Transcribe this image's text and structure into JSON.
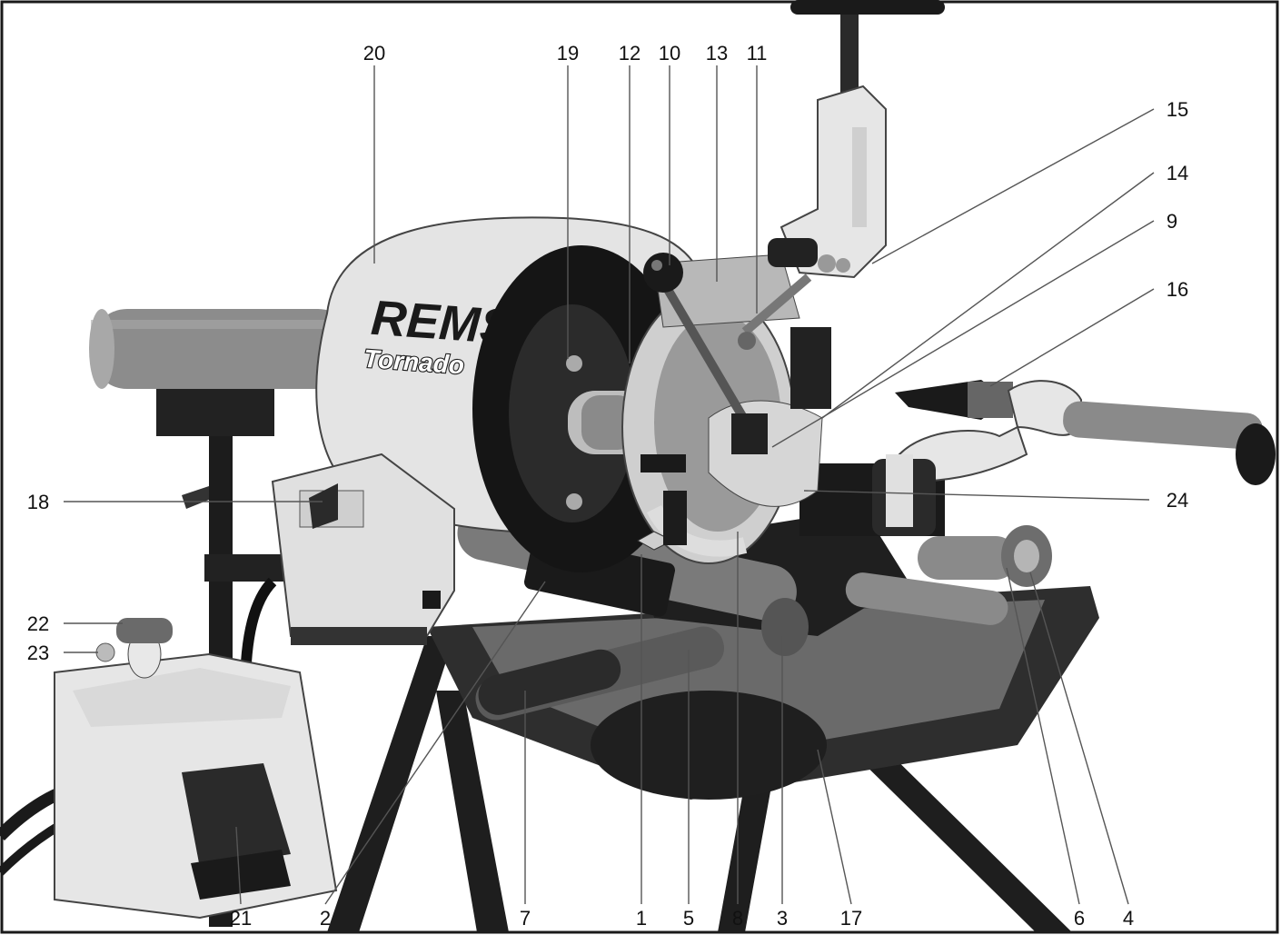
{
  "brand": {
    "name": "REMS",
    "model": "Tornado"
  },
  "callouts": [
    {
      "id": "c20",
      "label": "20"
    },
    {
      "id": "c19",
      "label": "19"
    },
    {
      "id": "c12",
      "label": "12"
    },
    {
      "id": "c10",
      "label": "10"
    },
    {
      "id": "c13",
      "label": "13"
    },
    {
      "id": "c11",
      "label": "11"
    },
    {
      "id": "c15",
      "label": "15"
    },
    {
      "id": "c14",
      "label": "14"
    },
    {
      "id": "c9",
      "label": "9"
    },
    {
      "id": "c16",
      "label": "16"
    },
    {
      "id": "c18",
      "label": "18"
    },
    {
      "id": "c24",
      "label": "24"
    },
    {
      "id": "c22",
      "label": "22"
    },
    {
      "id": "c23",
      "label": "23"
    },
    {
      "id": "c21",
      "label": "21"
    },
    {
      "id": "c2",
      "label": "2"
    },
    {
      "id": "c7",
      "label": "7"
    },
    {
      "id": "c1",
      "label": "1"
    },
    {
      "id": "c5",
      "label": "5"
    },
    {
      "id": "c8",
      "label": "8"
    },
    {
      "id": "c3",
      "label": "3"
    },
    {
      "id": "c17",
      "label": "17"
    },
    {
      "id": "c6",
      "label": "6"
    },
    {
      "id": "c4",
      "label": "4"
    }
  ],
  "colors": {
    "frame": "#1a1a1a",
    "housing": "#e4e4e4",
    "dark_metal": "#2a2a2a",
    "pipe": "#8c8c8c",
    "tray": "#2e2e2e",
    "background": "#ffffff"
  }
}
